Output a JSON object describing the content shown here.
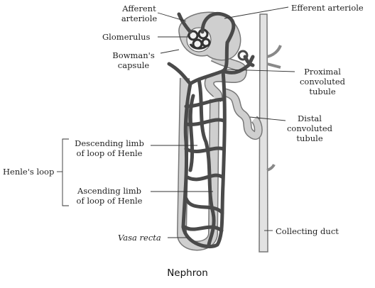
{
  "labels": {
    "afferent_arteriole": [
      "Afferent",
      "arteriole"
    ],
    "efferent_arteriole": "Efferent arteriole",
    "glomerulus": "Glomerulus",
    "bowmans_capsule": [
      "Bowman's",
      "capsule"
    ],
    "proximal_convoluted_tubule": [
      "Proximal",
      "convoluted",
      "tubule"
    ],
    "distal_convoluted_tubule": [
      "Distal",
      "convoluted",
      "tubule"
    ],
    "descending_limb": [
      "Descending limb",
      "of loop of Henle"
    ],
    "henles_loop": "Henle's loop",
    "ascending_limb": [
      "Ascending limb",
      "of loop of Henle"
    ],
    "vasa_recta": "Vasa recta",
    "collecting_duct": "Collecting duct"
  },
  "caption": "Nephron",
  "colors": {
    "tubule_fill": "#c8c8c8",
    "vessel": "#4a4a4a",
    "outline": "#777777",
    "leader": "#333333"
  }
}
